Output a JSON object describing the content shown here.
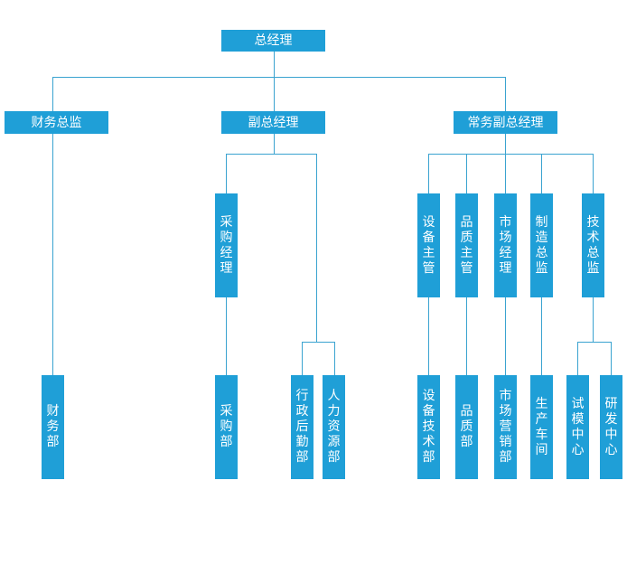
{
  "colors": {
    "box": "#1f9fd7",
    "line": "#3aa3d0",
    "text": "#ffffff",
    "background": "#ffffff"
  },
  "nodes": {
    "gm": "总经理",
    "finance_director": "财务总监",
    "deputy_gm": "副总经理",
    "exec_deputy_gm": "常务副总经理",
    "purchasing_manager": "采购经理",
    "equipment_supervisor": "设备主管",
    "quality_supervisor": "品质主管",
    "marketing_manager": "市场经理",
    "manufacturing_director": "制造总监",
    "technical_director": "技术总监",
    "finance_dept": "财务部",
    "purchasing_dept": "采购部",
    "admin_logistics_dept": "行政后勤部",
    "hr_dept": "人力资源部",
    "equipment_tech_dept": "设备技术部",
    "quality_dept": "品质部",
    "marketing_sales_dept": "市场营销部",
    "production_workshop": "生产车间",
    "trial_mold_center": "试模中心",
    "rd_center": "研发中心"
  }
}
